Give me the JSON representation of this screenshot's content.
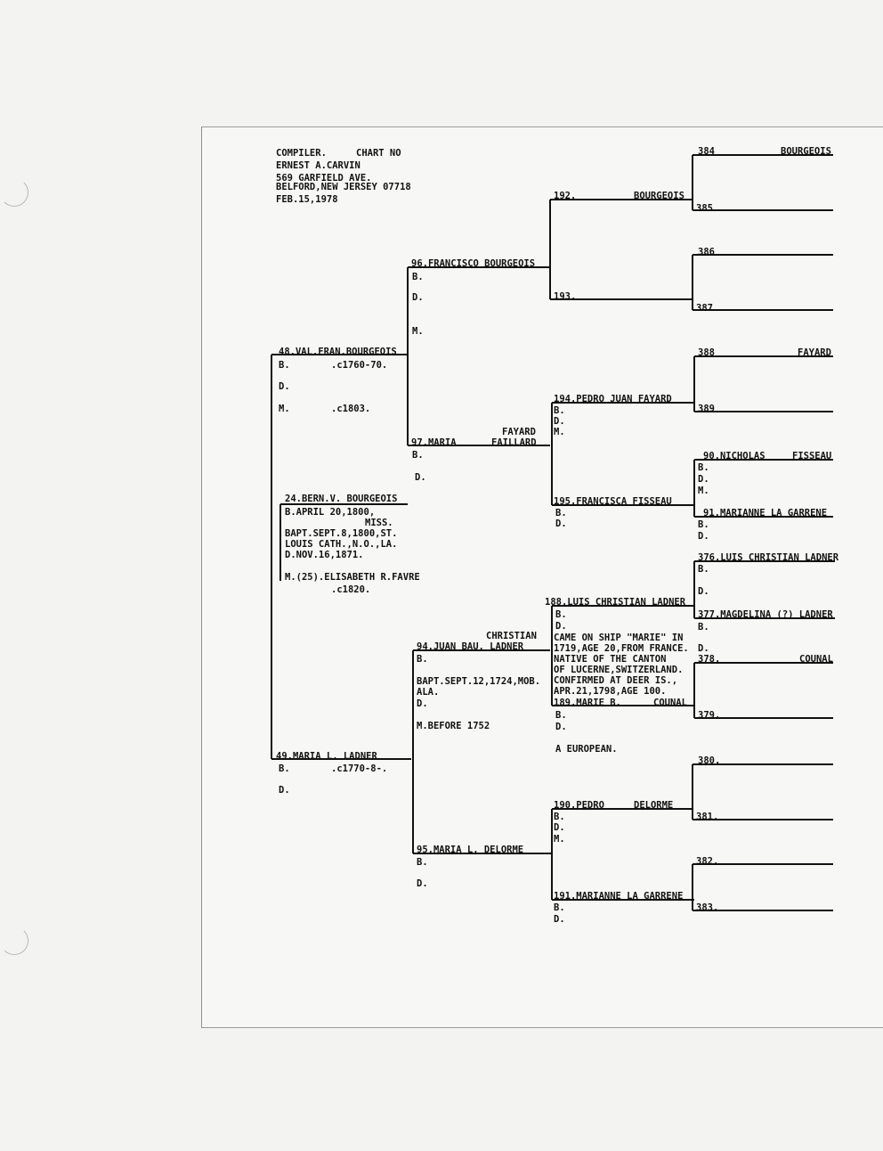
{
  "header": {
    "compiler": "COMPILER.",
    "chart_no": "CHART NO",
    "name": "ERNEST A.CARVIN",
    "street": "569 GARFIELD AVE.",
    "city": "BELFORD,NEW JERSEY  07718",
    "date": "FEB.15,1978"
  },
  "gen1": {
    "name": "24.BERN.V. BOURGEOIS",
    "b": "B.APRIL 20,1800,",
    "b_place": "MISS.",
    "bapt1": "BAPT.SEPT.8,1800,ST.",
    "bapt2": "LOUIS CATH.,N.O.,LA.",
    "d": "D.NOV.16,1871.",
    "m": "M.(25).ELISABETH R.FAVRE",
    "spouse_b": ".c1820."
  },
  "gen2": {
    "p48": {
      "name": "48.VAL.FRAN.BOURGEOIS",
      "b": "B.",
      "b_date": ".c1760-70.",
      "d": "D.",
      "m": "M.",
      "m_date": ".c1803."
    },
    "p49": {
      "name": "49.MARIA  L.  LADNER",
      "b": "B.",
      "b_date": ".c1770-8-.",
      "d": "D."
    }
  },
  "gen3": {
    "p96": {
      "name": "96.FRANCISCO BOURGEOIS",
      "b": "B.",
      "d": "D.",
      "m": "M."
    },
    "p97": {
      "name": "97.MARIA",
      "name2": "FAILLARD",
      "above": "FAYARD",
      "b": "B.",
      "d": "D."
    },
    "p94": {
      "above": "CHRISTIAN",
      "name": "94.JUAN  BAU.  LADNER",
      "b": "B.",
      "bapt": "BAPT.SEPT.12,1724,MOB.",
      "bapt2": "ALA.",
      "d": "D.",
      "m": "M.BEFORE 1752"
    },
    "p95": {
      "name": "95.MARIA   L. DELORME",
      "b": "B.",
      "d": "D."
    }
  },
  "gen4": {
    "p192": {
      "name": "192.",
      "surname": "BOURGEOIS"
    },
    "p193": {
      "name": "193."
    },
    "p194": {
      "name": "194.PEDRO JUAN   FAYARD",
      "b": "B.",
      "d": "D.",
      "m": "M."
    },
    "p195": {
      "name": "195.FRANCISCA   FISSEAU",
      "b": "B.",
      "d": "D."
    },
    "p188": {
      "name": "188.LUIS CHRISTIAN LADNER",
      "b": "B.",
      "d": "D.",
      "note": [
        "CAME ON SHIP \"MARIE\" IN",
        "1719,AGE 20,FROM FRANCE.",
        "NATIVE OF THE CANTON",
        "OF LUCERNE,SWITZERLAND.",
        "CONFIRMED AT DEER IS.,",
        "APR.21,1798,AGE 100."
      ]
    },
    "p189": {
      "name": "189.MARIE B.",
      "surname": "COUNAL",
      "b": "B.",
      "d": "D.",
      "note": "A EUROPEAN."
    },
    "p190": {
      "name": "190.PEDRO",
      "surname": "DELORME",
      "b": "B.",
      "d": "D.",
      "m": "M."
    },
    "p191": {
      "name": "191.MARIANNE LA GARRENE",
      "b": "B.",
      "d": "D."
    }
  },
  "gen5": {
    "p384": {
      "name": "384",
      "surname": "BOURGEOIS"
    },
    "p385": {
      "name": "385"
    },
    "p386": {
      "name": "386"
    },
    "p387": {
      "name": "387"
    },
    "p388": {
      "name": "388",
      "surname": "FAYARD"
    },
    "p389": {
      "name": "389"
    },
    "p390": {
      "name": "90.NICHOLAS",
      "surname": "FISSEAU",
      "b": "B.",
      "d": "D.",
      "m": "M."
    },
    "p391": {
      "name": "91.MARIANNE  LA GARRENE",
      "b": "B.",
      "d": "D."
    },
    "p376": {
      "name": "376.LUIS CHRISTIAN LADNER",
      "b": "B.",
      "d": "D."
    },
    "p377": {
      "name": "377.MAGDELINA (?) LADNER",
      "b": "B.",
      "d": "D."
    },
    "p378": {
      "name": "378.",
      "surname": "COUNAL"
    },
    "p379": {
      "name": "379."
    },
    "p380": {
      "name": "380."
    },
    "p381": {
      "name": "381."
    },
    "p382": {
      "name": "382."
    },
    "p383": {
      "name": "383."
    }
  }
}
